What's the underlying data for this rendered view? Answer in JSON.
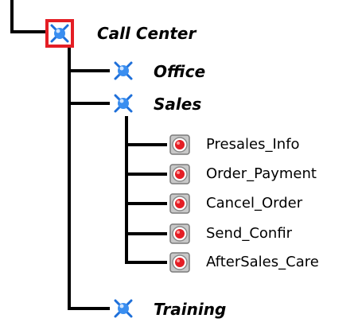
{
  "tree": {
    "root": {
      "label": "Call Center",
      "icon": "star-node-icon",
      "selected": true
    },
    "groups": [
      {
        "label": "Office",
        "icon": "star-node-icon"
      },
      {
        "label": "Sales",
        "icon": "star-node-icon",
        "items": [
          {
            "label": "Presales_Info",
            "icon": "target-node-icon"
          },
          {
            "label": "Order_Payment",
            "icon": "target-node-icon"
          },
          {
            "label": "Cancel_Order",
            "icon": "target-node-icon"
          },
          {
            "label": "Send_Confir",
            "icon": "target-node-icon"
          },
          {
            "label": "AfterSales_Care",
            "icon": "target-node-icon"
          }
        ]
      },
      {
        "label": "Training",
        "icon": "star-node-icon"
      }
    ]
  },
  "colors": {
    "selection": "#e41e25",
    "connector": "#000000",
    "star_icon": "#1e6fd9",
    "target_icon": "#e41e25"
  }
}
